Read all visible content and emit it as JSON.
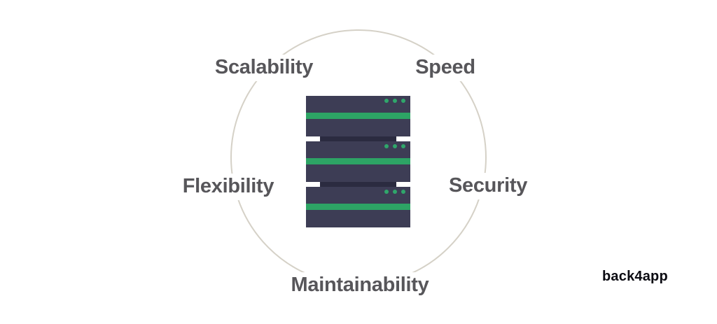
{
  "page": {
    "background_color": "#ffffff"
  },
  "diagram": {
    "ring": {
      "stroke_color": "#d5d1c7"
    },
    "labels": [
      {
        "id": "scalability",
        "text": "Scalability"
      },
      {
        "id": "speed",
        "text": "Speed"
      },
      {
        "id": "flexibility",
        "text": "Flexibility"
      },
      {
        "id": "security",
        "text": "Security"
      },
      {
        "id": "maintainability",
        "text": "Maintainability"
      }
    ],
    "server_icon": {
      "name": "server-stack-icon",
      "units": 3,
      "leds_per_unit": 3
    }
  },
  "brand": {
    "logo_text": "back4app"
  },
  "colors": {
    "background": "#ffffff",
    "circle_stroke": "#d5d1c7",
    "label_text": "#57565a",
    "server_body": "#3d3d55",
    "server_stripe": "#2da465",
    "server_led": "#2fa76b",
    "server_connector": "#2b2b40",
    "logo_text": "#0b0b12"
  }
}
